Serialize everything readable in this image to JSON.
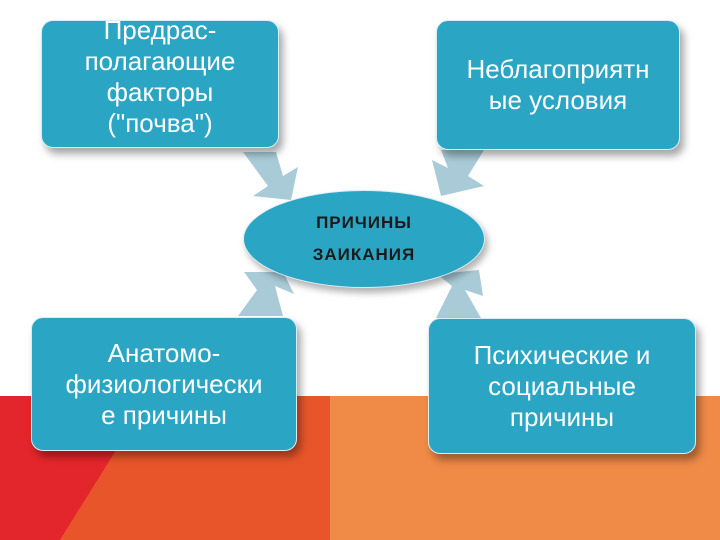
{
  "colors": {
    "box_fill": "#2aa5c4",
    "arrow_fill": "#a9cbd8",
    "accent_red": "#e3262b",
    "accent_orange_dark": "#e8552a",
    "accent_orange": "#ef8a47"
  },
  "center": {
    "line1": "ПРИЧИНЫ",
    "line2": "ЗАИКАНИЯ"
  },
  "boxes": {
    "top_left": "Предрас-\nполагающие\nфакторы\n(\"почва\")",
    "top_right": "Неблагоприятн\nые условия",
    "bottom_left": "Анатомо-\nфизиологически\nе причины",
    "bottom_right": "Психические и\nсоциальные\nпричины"
  }
}
